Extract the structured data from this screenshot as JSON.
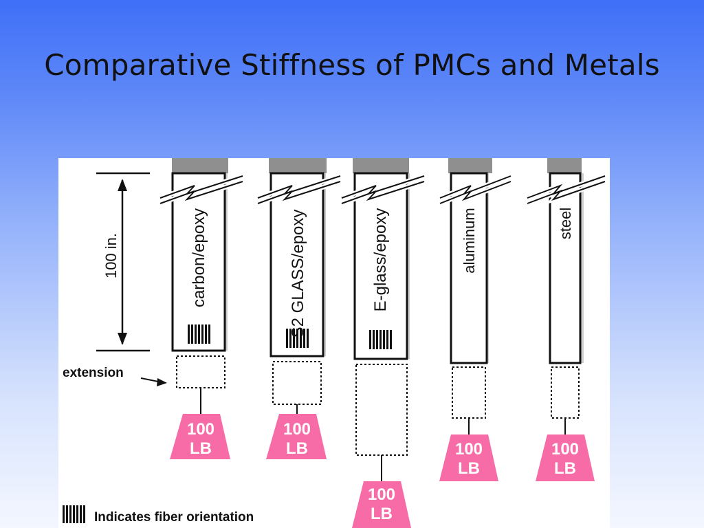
{
  "title": "Comparative Stiffness of PMCs and Metals",
  "dimension_label": "100 in.",
  "extension_label": "extension",
  "legend_text": "Indicates fiber orientation",
  "specimens": [
    {
      "name": "carbon/epoxy",
      "weight_top": "100",
      "weight_bottom": "LB"
    },
    {
      "name": "S2 GLASS/epoxy",
      "weight_top": "100",
      "weight_bottom": "LB"
    },
    {
      "name": "E-glass/epoxy",
      "weight_top": "100",
      "weight_bottom": "LB"
    },
    {
      "name": "aluminum",
      "weight_top": "100",
      "weight_bottom": "LB"
    },
    {
      "name": "steel",
      "weight_top": "100",
      "weight_bottom": "LB"
    }
  ],
  "colors": {
    "weight_fill": "#f76ba6",
    "clamp": "#8f8f8f",
    "background_top": "#3f6ff7"
  }
}
